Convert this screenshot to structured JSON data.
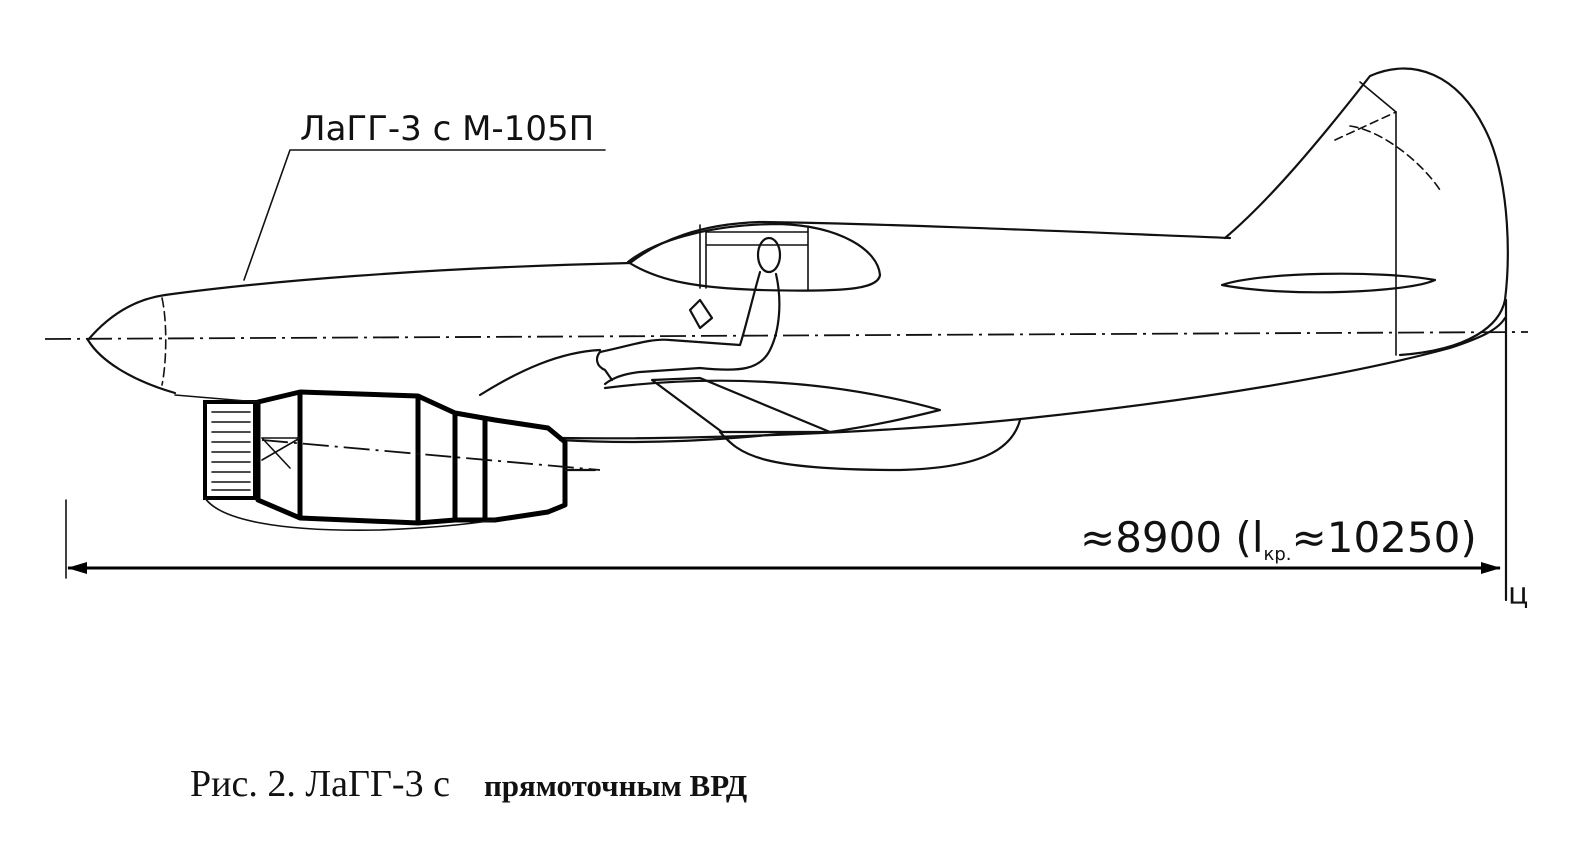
{
  "diagram": {
    "callout_label": "ЛаГГ-3 с М-105П",
    "dimension": {
      "prefix": "≈8900 (",
      "l_symbol": "l",
      "l_subscript": "кр.",
      "suffix": "≈10250)",
      "end_mark": "ц"
    }
  },
  "caption": {
    "part1": "Рис. 2. ЛаГГ-3 с",
    "part2": "прямоточным ВРД"
  }
}
